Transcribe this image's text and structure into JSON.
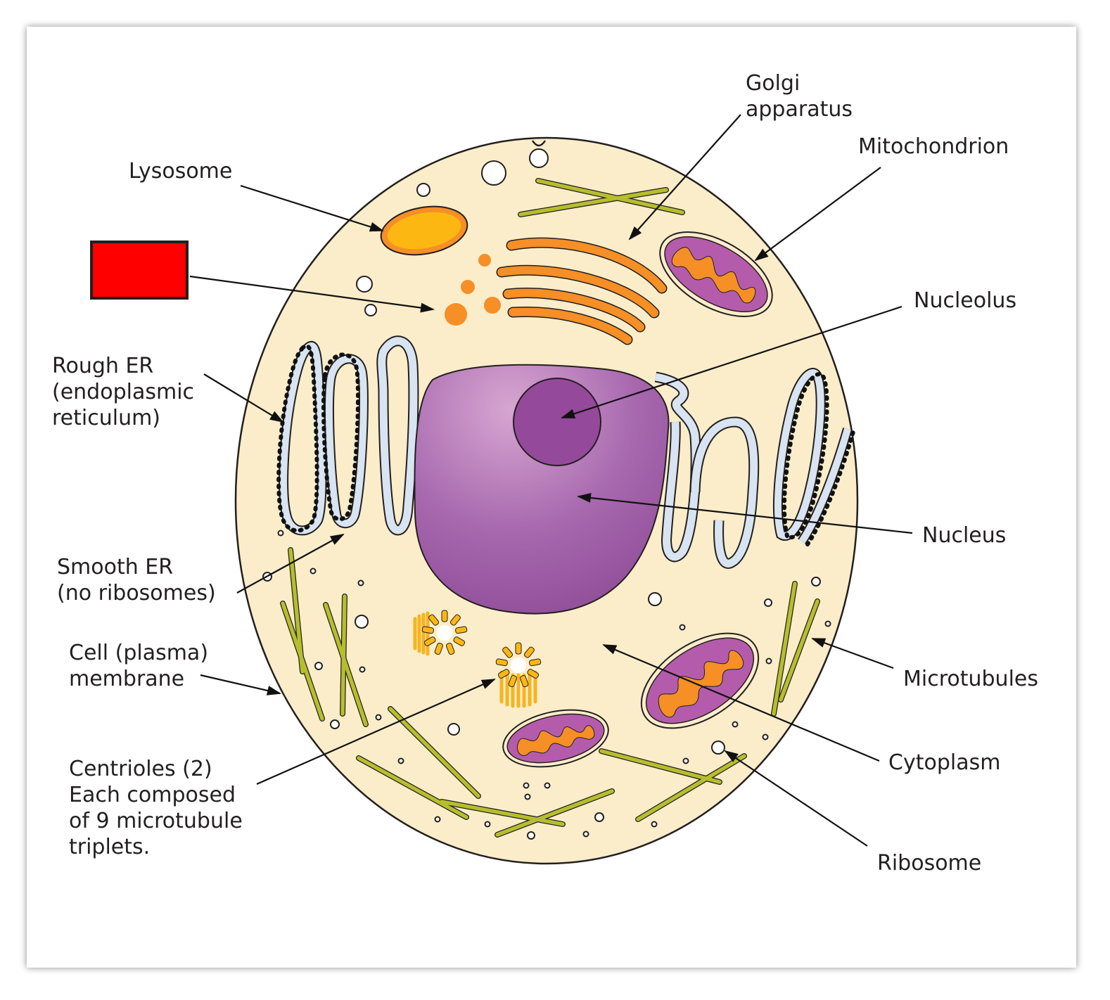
{
  "diagram": {
    "labels": {
      "golgi": [
        "Golgi",
        "apparatus"
      ],
      "mitochondrion": [
        "Mitochondrion"
      ],
      "lysosome": [
        "Lysosome"
      ],
      "nucleolus": [
        "Nucleolus"
      ],
      "rough_er": [
        "Rough ER",
        "(endoplasmic",
        "reticulum)"
      ],
      "nucleus": [
        "Nucleus"
      ],
      "smooth_er": [
        "Smooth ER",
        "(no ribosomes)"
      ],
      "cell_membrane": [
        "Cell (plasma)",
        "membrane"
      ],
      "microtubules": [
        "Microtubules"
      ],
      "cytoplasm": [
        "Cytoplasm"
      ],
      "centrioles": [
        "Centrioles (2)",
        "Each composed",
        "of 9 microtubule",
        "triplets."
      ],
      "ribosome": [
        "Ribosome"
      ]
    },
    "colors": {
      "cytoplasm": "#fbedc9",
      "nucleus": "#a566ad",
      "nucleolus": "#95499a",
      "mitochondrion_outer": "#b45cab",
      "cristae": "#f58f26",
      "golgi": "#f58f26",
      "lysosome": "#fcb713",
      "er": "#d8e4f1",
      "microtubule": "#b6be2d",
      "hidden_label_box": "#ff0000"
    }
  }
}
